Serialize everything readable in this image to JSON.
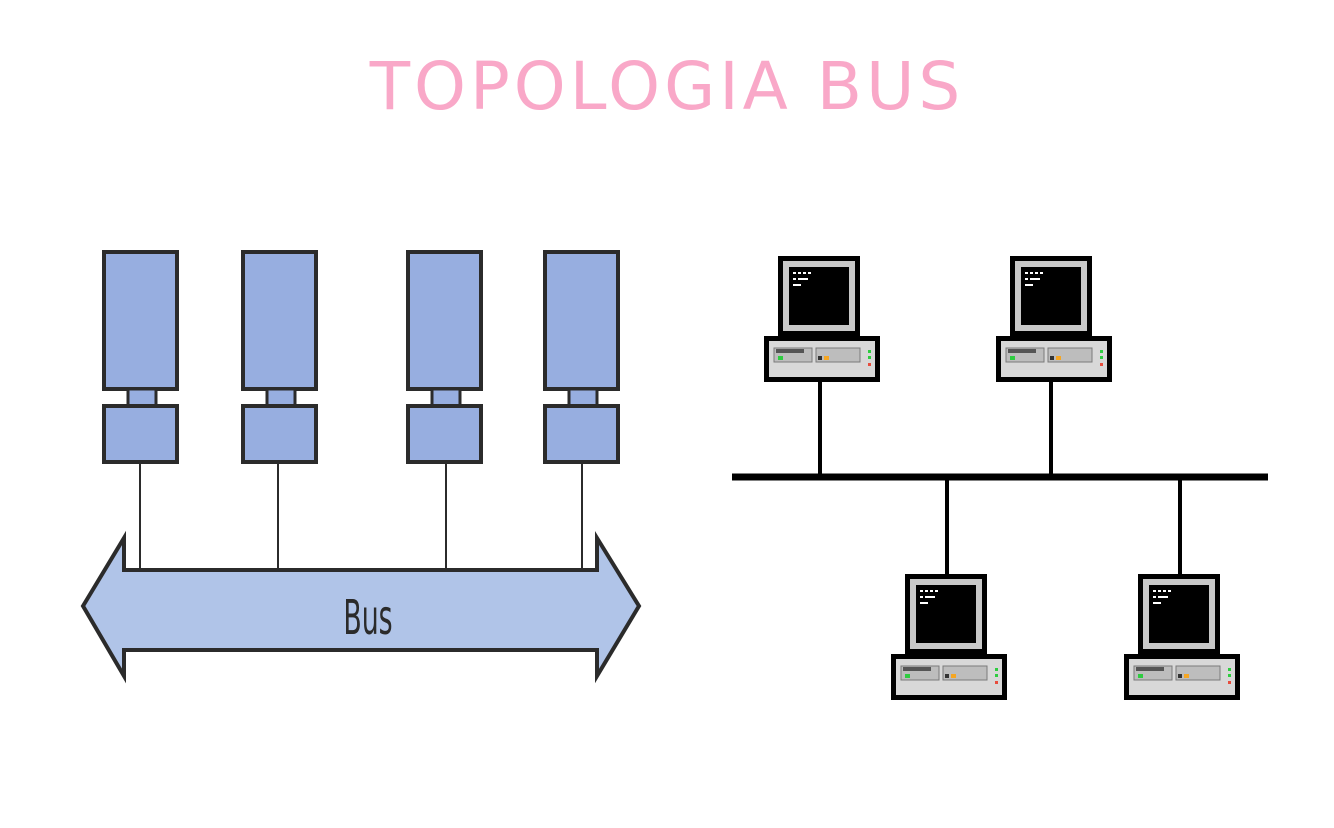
{
  "title": "TOPOLOGIA BUS",
  "left_diagram": {
    "bus_label": "Bus",
    "node_count": 4,
    "colors": {
      "node_fill": "#97aee0",
      "bus_fill": "#b0c4e8",
      "outline": "#2b2b2b"
    }
  },
  "right_diagram": {
    "computer_count": 4,
    "colors": {
      "line": "#000000",
      "screen": "#000000",
      "case": "#d8d8d8"
    }
  },
  "colors": {
    "title": "#f9a8c8"
  }
}
